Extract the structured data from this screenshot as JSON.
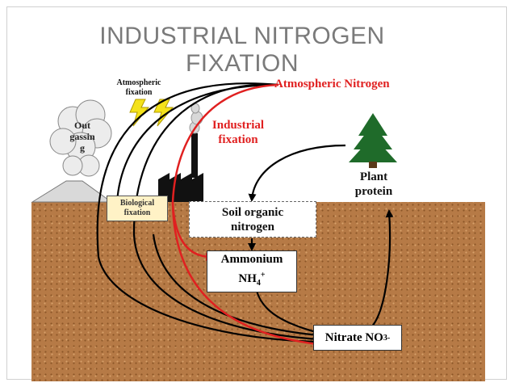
{
  "title": "INDUSTRIAL NITROGEN\nFIXATION",
  "labels": {
    "atmospheric_nitrogen": "Atmospheric Nitrogen",
    "atmospheric_fixation": "Atmospheric\nfixation",
    "industrial_fixation": "Industrial\nfixation",
    "outgassing": "Out\ngassin\ng",
    "plant_protein": "Plant\nprotein",
    "biological_fixation": "Biological\nfixation",
    "soil_organic_nitrogen": "Soil organic\nnitrogen",
    "ammonium_line1": "Ammonium",
    "ammonium_base": "NH",
    "ammonium_sub": "4",
    "ammonium_sup": "+",
    "nitrate_text": "Nitrate NO",
    "nitrate_sub": "3",
    "nitrate_sup": "-"
  },
  "colors": {
    "industrial_arrow": "#e02020",
    "natural_arrow": "#000000",
    "soil": "#b67a46",
    "tree": "#1f6b2a",
    "lightning": "#f4e21a"
  }
}
